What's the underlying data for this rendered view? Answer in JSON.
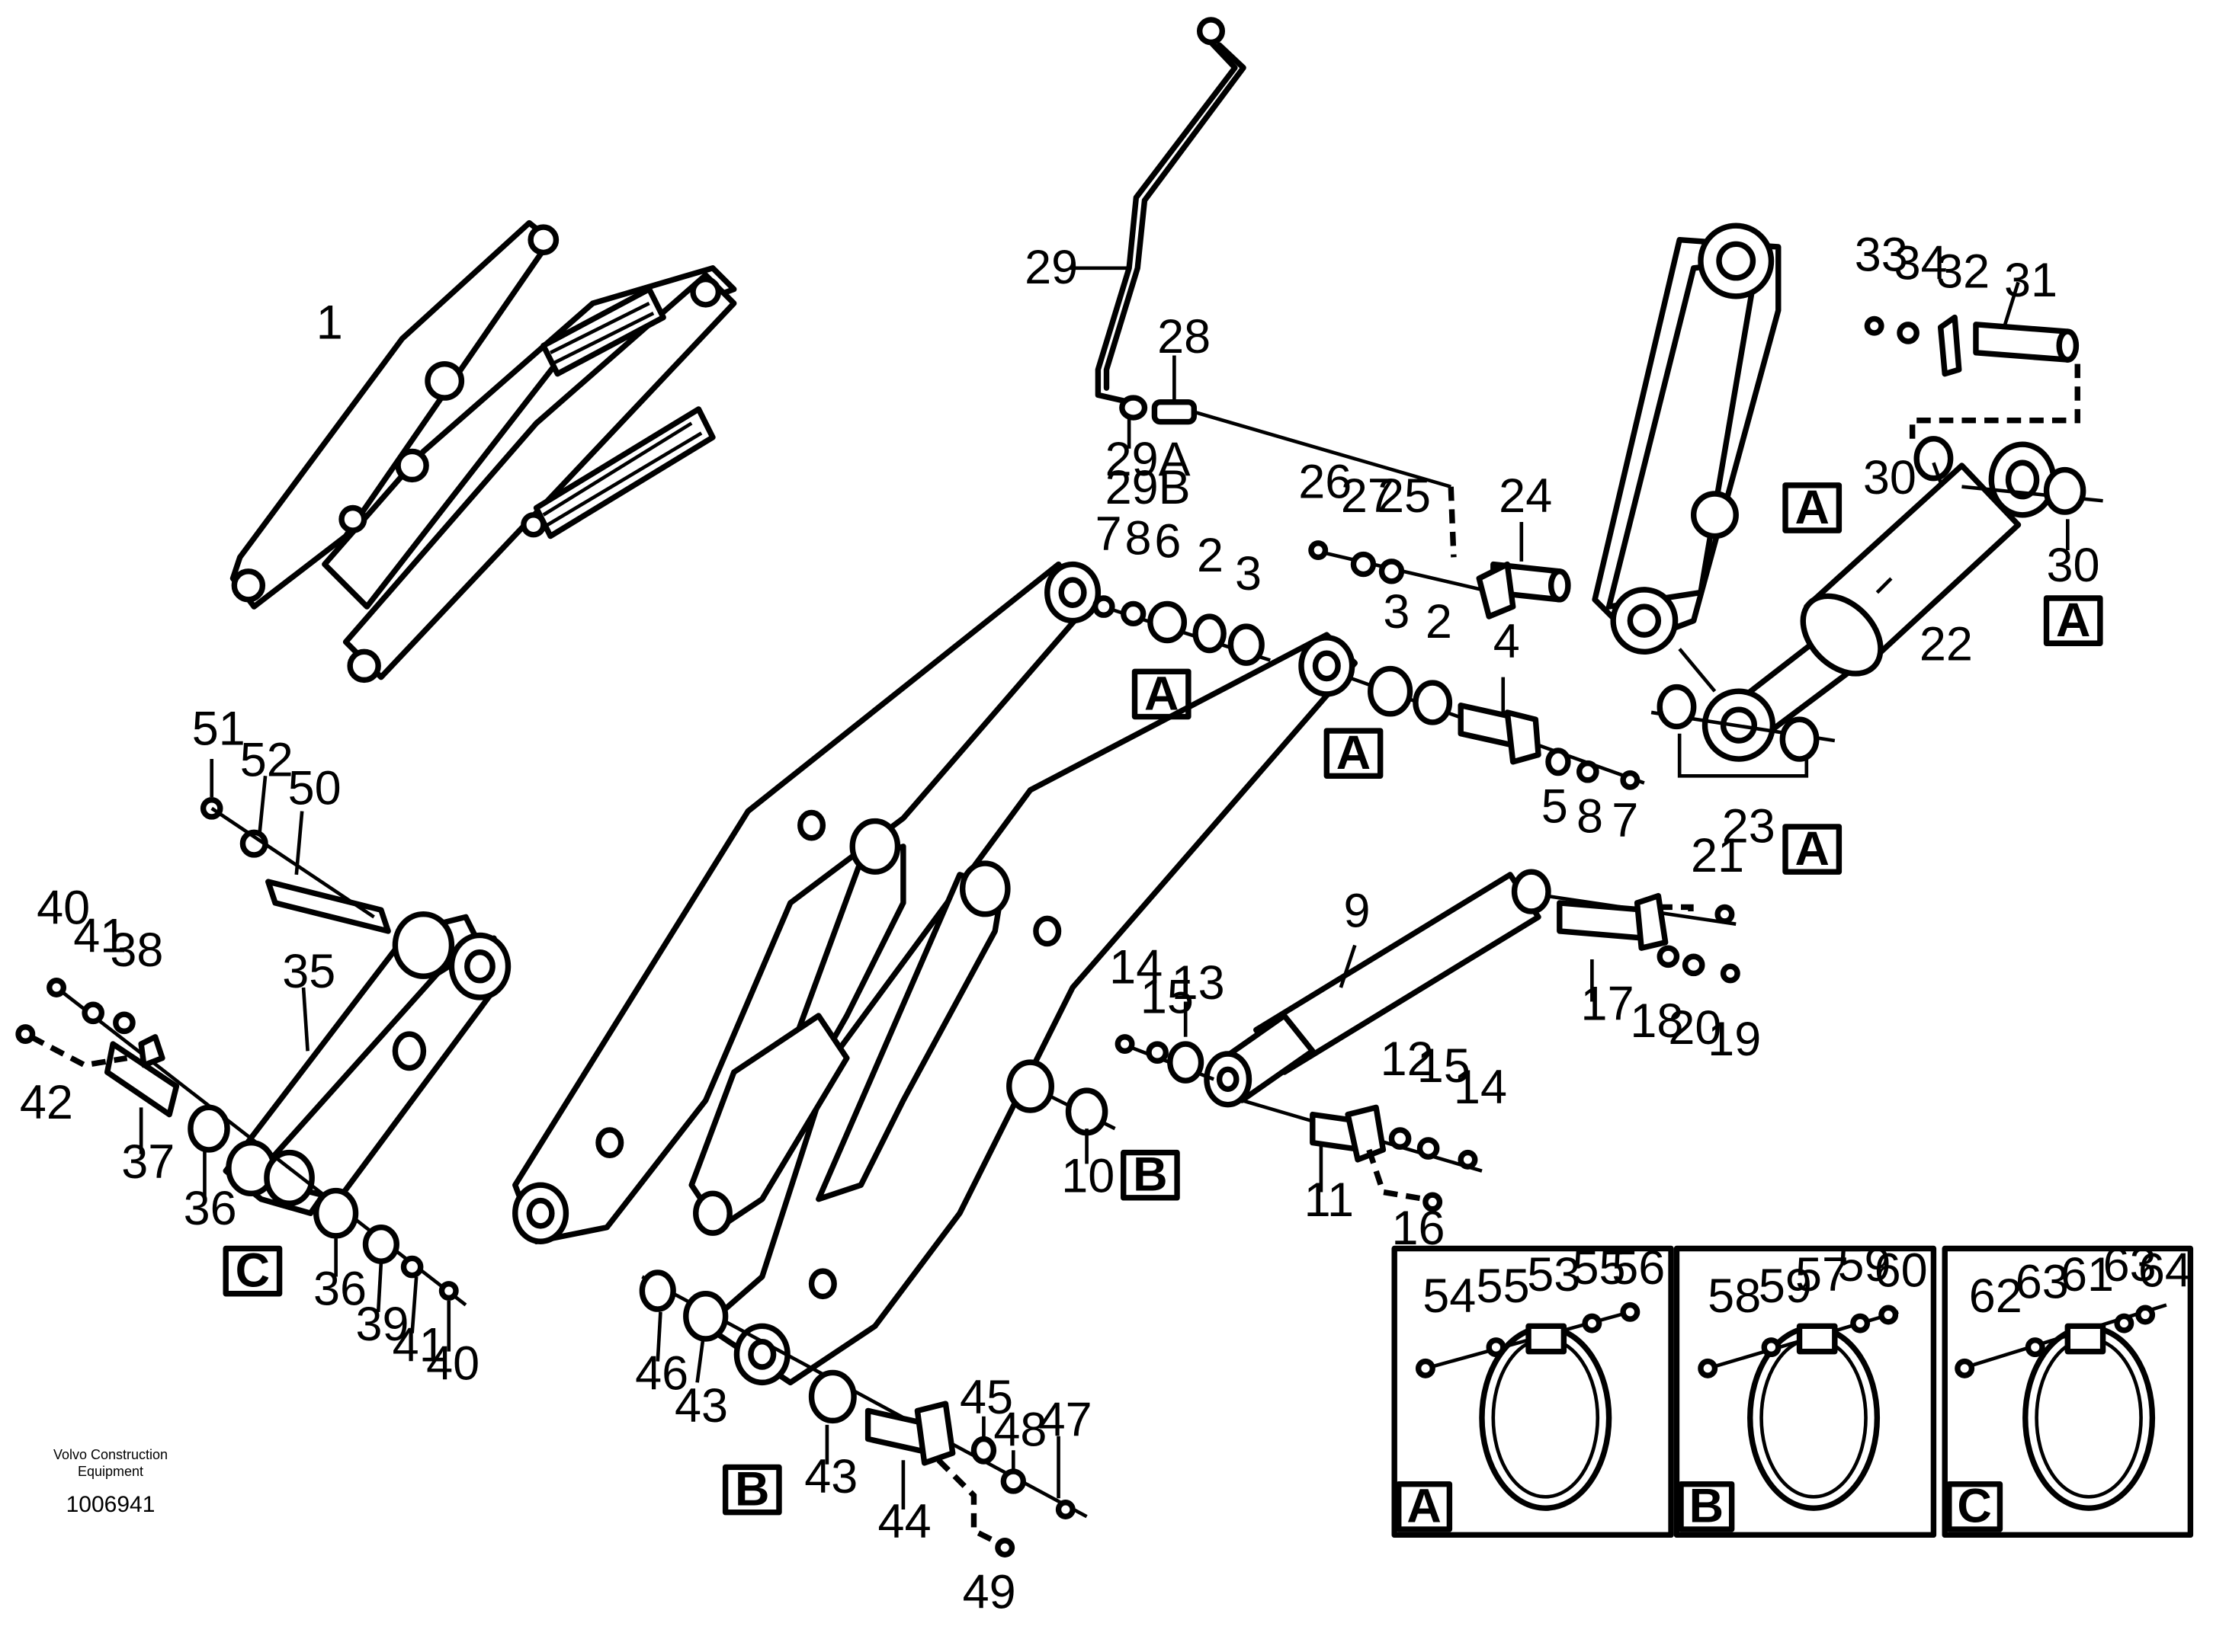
{
  "drawing": {
    "company": "Volvo Construction Equipment",
    "number": "1006941"
  },
  "labels": {
    "l1": "1",
    "l2a": "2",
    "l2b": "2",
    "l3a": "3",
    "l3b": "3",
    "l4": "4",
    "l5": "5",
    "l6": "6",
    "l7a": "7",
    "l7b": "7",
    "l8a": "8",
    "l8b": "8",
    "l9": "9",
    "l10": "10",
    "l11": "11",
    "l12": "12",
    "l13": "13",
    "l14a": "14",
    "l14b": "14",
    "l15a": "15",
    "l15b": "15",
    "l16": "16",
    "l17": "17",
    "l18": "18",
    "l19": "19",
    "l20": "20",
    "l21": "21",
    "l22": "22",
    "l23": "23",
    "l24": "24",
    "l25": "25",
    "l26": "26",
    "l27": "27",
    "l28": "28",
    "l29": "29",
    "l29A": "29A",
    "l29B": "29B",
    "l30a": "30",
    "l30b": "30",
    "l31": "31",
    "l32": "32",
    "l33": "33",
    "l34": "34",
    "l35": "35",
    "l36a": "36",
    "l36b": "36",
    "l37": "37",
    "l38": "38",
    "l39": "39",
    "l40a": "40",
    "l40b": "40",
    "l41a": "41",
    "l41b": "41",
    "l42": "42",
    "l43a": "43",
    "l43b": "43",
    "l44": "44",
    "l45": "45",
    "l46": "46",
    "l47": "47",
    "l48": "48",
    "l49": "49",
    "l50": "50",
    "l51": "51",
    "l52": "52",
    "l53": "53",
    "l54": "54",
    "l55a": "55",
    "l55b": "55",
    "l56": "56",
    "l57": "57",
    "l58": "58",
    "l59a": "59",
    "l59b": "59",
    "l60": "60",
    "l61": "61",
    "l62": "62",
    "l63a": "63",
    "l63b": "63",
    "l64": "64"
  },
  "refs": {
    "A1": "A",
    "A2": "A",
    "A3": "A",
    "A4": "A",
    "A5": "A",
    "B1": "B",
    "B2": "B",
    "C1": "C",
    "detailA": "A",
    "detailB": "B",
    "detailC": "C"
  }
}
